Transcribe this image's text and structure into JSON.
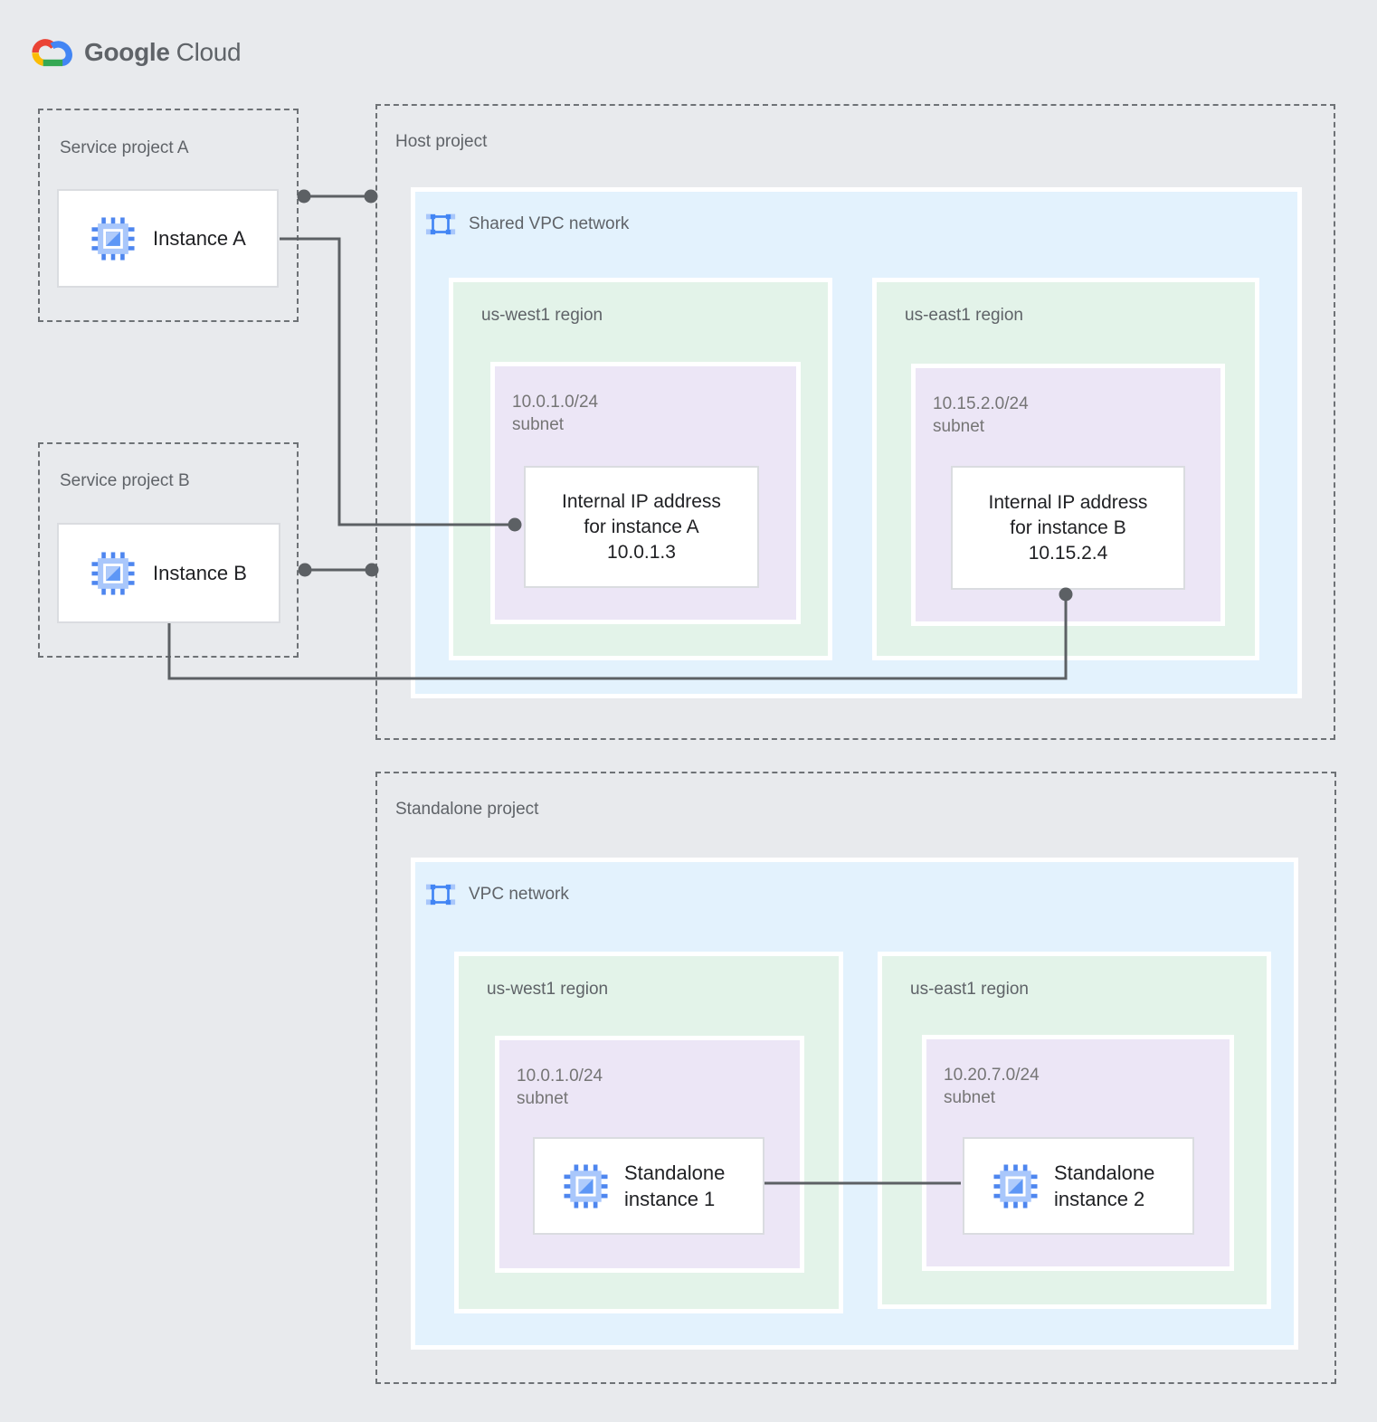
{
  "logo": {
    "google": "Google",
    "cloud": "Cloud"
  },
  "projects": {
    "service_a": {
      "title": "Service project A",
      "instance_label": "Instance A"
    },
    "service_b": {
      "title": "Service project B",
      "instance_label": "Instance B"
    },
    "host": {
      "title": "Host project",
      "network_label": "Shared VPC network",
      "regions": {
        "west": {
          "name": "us-west1 region",
          "subnet_cidr": "10.0.1.0/24",
          "subnet_word": "subnet",
          "card_lines": [
            "Internal IP address",
            "for instance A",
            "10.0.1.3"
          ]
        },
        "east": {
          "name": "us-east1 region",
          "subnet_cidr": "10.15.2.0/24",
          "subnet_word": "subnet",
          "card_lines": [
            "Internal IP address",
            "for instance B",
            "10.15.2.4"
          ]
        }
      }
    },
    "standalone": {
      "title": "Standalone project",
      "network_label": "VPC network",
      "regions": {
        "west": {
          "name": "us-west1 region",
          "subnet_cidr": "10.0.1.0/24",
          "subnet_word": "subnet",
          "card_lines": [
            "Standalone",
            "instance 1"
          ]
        },
        "east": {
          "name": "us-east1 region",
          "subnet_cidr": "10.20.7.0/24",
          "subnet_word": "subnet",
          "card_lines": [
            "Standalone",
            "instance 2"
          ]
        }
      }
    }
  },
  "icons": {
    "compute_instance": "compute-engine-icon",
    "vpc_network": "vpc-network-icon",
    "google_cloud": "google-cloud-logo-icon"
  },
  "colors": {
    "bg": "#E8EAED",
    "box_blue": "#E3F2FD",
    "box_green": "#E3F3E9",
    "box_purple": "#ECE6F6",
    "card_border": "#DADCE0",
    "dash": "#6E7276",
    "line": "#5C6064",
    "text_gray": "#5F6368",
    "text_subnet": "#757575",
    "text_dark": "#202124",
    "icon_blue": "#4285F4",
    "icon_blue_mid": "#5E97F6",
    "icon_blue_light": "#A9C7FB",
    "logo_red": "#EA4335",
    "logo_yellow": "#FBBC05",
    "logo_green": "#34A853",
    "logo_blue": "#4285F4"
  }
}
